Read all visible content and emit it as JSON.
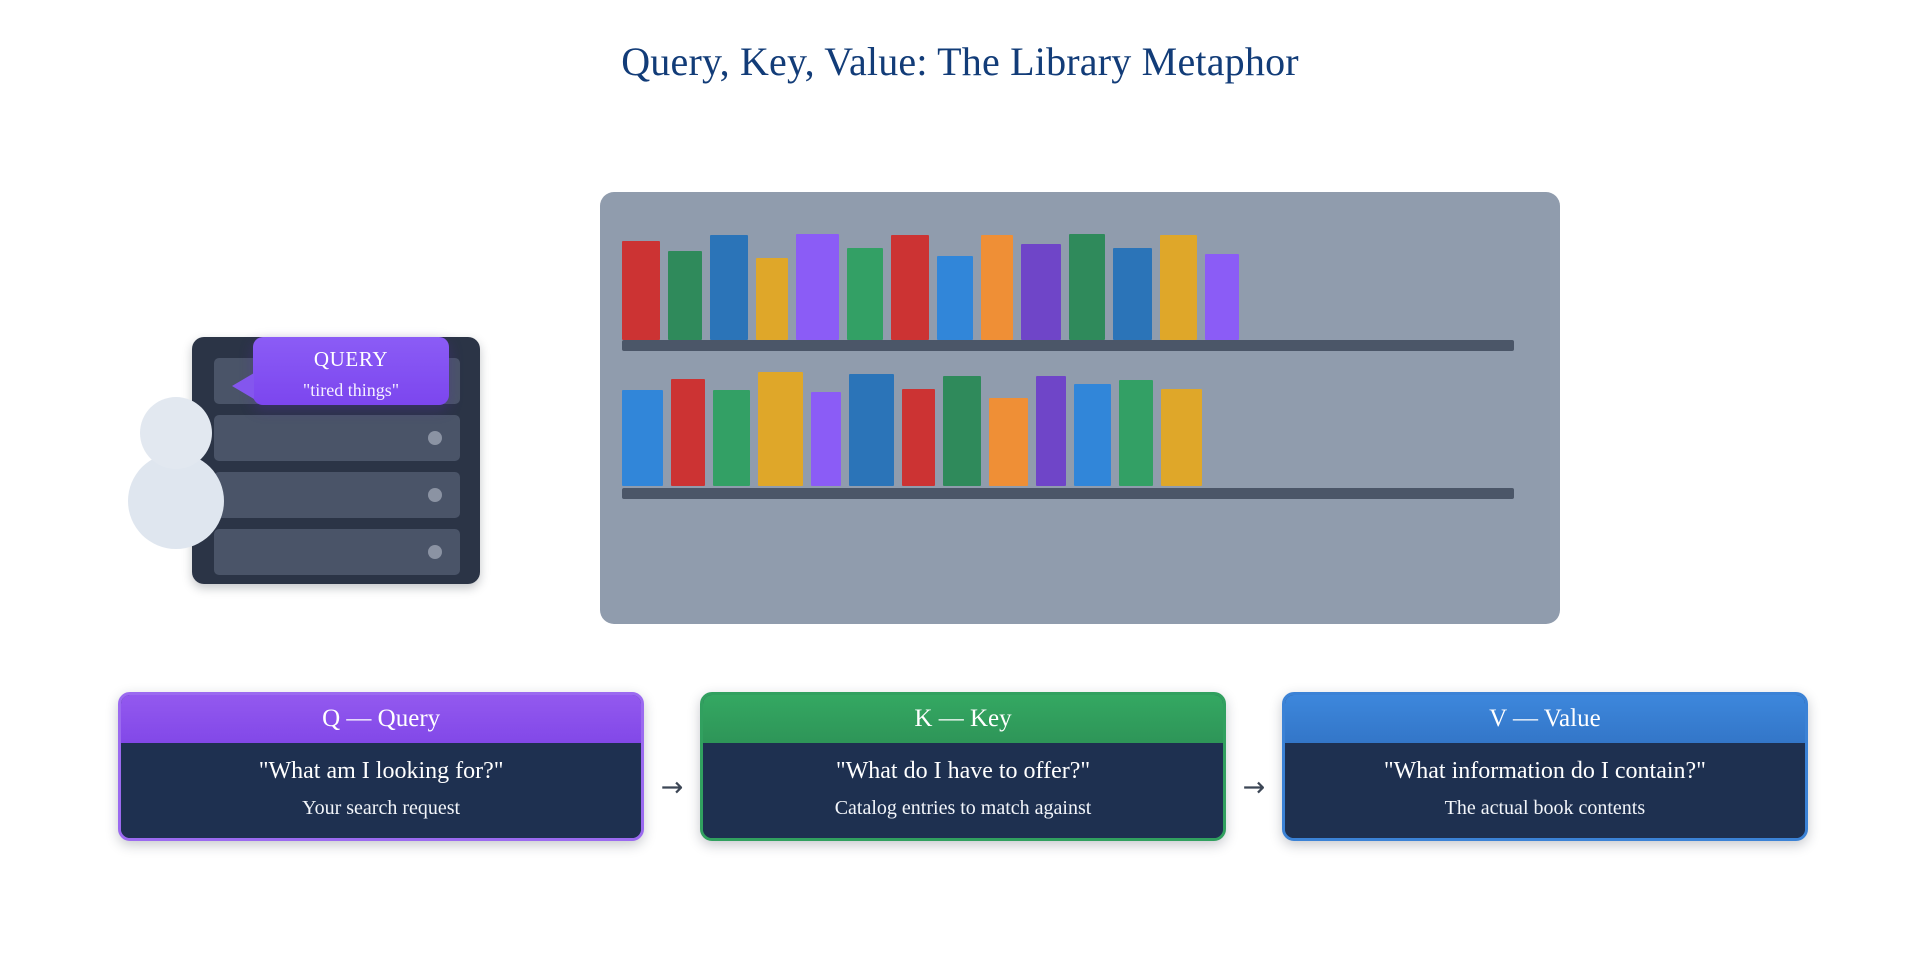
{
  "page": {
    "title": "Query, Key, Value: The Library Metaphor",
    "background_color": "#ffffff",
    "title_color": "#123c78"
  },
  "librarian": {
    "name": "librarian-figure",
    "head_color": "#e2e8f0",
    "body_color": "#dfe6ef"
  },
  "catalog": {
    "name": "card-catalog-cabinet",
    "cabinet_color": "#2b3446",
    "drawer_color": "#4a5468",
    "handle_color": "#8b93a3",
    "drawer_count": 4
  },
  "query_bubble": {
    "title": "QUERY",
    "subtitle": "\"tired things\"",
    "color": "#8b5cf6"
  },
  "bookshelf": {
    "name": "bookshelf",
    "case_color": "#909cad",
    "board_color": "#4b5668",
    "rows": [
      {
        "row": "top",
        "books": [
          {
            "color": "#cc3333",
            "width": 38,
            "height": 99
          },
          {
            "color": "#2f8a5b",
            "width": 34,
            "height": 89
          },
          {
            "color": "#2b74b8",
            "width": 38,
            "height": 105
          },
          {
            "color": "#dfa729",
            "width": 32,
            "height": 82
          },
          {
            "color": "#8b5cf6",
            "width": 43,
            "height": 106
          },
          {
            "color": "#33a065",
            "width": 36,
            "height": 92
          },
          {
            "color": "#cc3333",
            "width": 38,
            "height": 105
          },
          {
            "color": "#3186d9",
            "width": 36,
            "height": 84
          },
          {
            "color": "#ef8f36",
            "width": 32,
            "height": 105
          },
          {
            "color": "#6f45c8",
            "width": 40,
            "height": 96
          },
          {
            "color": "#2f8a5b",
            "width": 36,
            "height": 106
          },
          {
            "color": "#2b74b8",
            "width": 39,
            "height": 92
          },
          {
            "color": "#dfa729",
            "width": 37,
            "height": 105
          },
          {
            "color": "#8b5cf6",
            "width": 34,
            "height": 86
          }
        ]
      },
      {
        "row": "bottom",
        "books": [
          {
            "color": "#3186d9",
            "width": 41,
            "height": 96
          },
          {
            "color": "#cc3333",
            "width": 34,
            "height": 107
          },
          {
            "color": "#33a065",
            "width": 37,
            "height": 96
          },
          {
            "color": "#dfa729",
            "width": 45,
            "height": 114
          },
          {
            "color": "#8b5cf6",
            "width": 30,
            "height": 94
          },
          {
            "color": "#2b74b8",
            "width": 45,
            "height": 112
          },
          {
            "color": "#cc3333",
            "width": 33,
            "height": 97
          },
          {
            "color": "#2f8a5b",
            "width": 38,
            "height": 110
          },
          {
            "color": "#ef8f36",
            "width": 39,
            "height": 88
          },
          {
            "color": "#6f45c8",
            "width": 30,
            "height": 110
          },
          {
            "color": "#3186d9",
            "width": 37,
            "height": 102
          },
          {
            "color": "#33a065",
            "width": 34,
            "height": 106
          },
          {
            "color": "#dfa729",
            "width": 41,
            "height": 97
          }
        ]
      }
    ]
  },
  "qkv": {
    "arrow_glyph": "→",
    "cards": [
      {
        "key": "q",
        "header": "Q — Query",
        "question": "\"What am I looking for?\"",
        "description": "Your search request",
        "accent": "#9b6af0"
      },
      {
        "key": "k",
        "header": "K — Key",
        "question": "\"What do I have to offer?\"",
        "description": "Catalog entries to match against",
        "accent": "#31a05f"
      },
      {
        "key": "v",
        "header": "V — Value",
        "question": "\"What information do I contain?\"",
        "description": "The actual book contents",
        "accent": "#3b82d6"
      }
    ]
  }
}
